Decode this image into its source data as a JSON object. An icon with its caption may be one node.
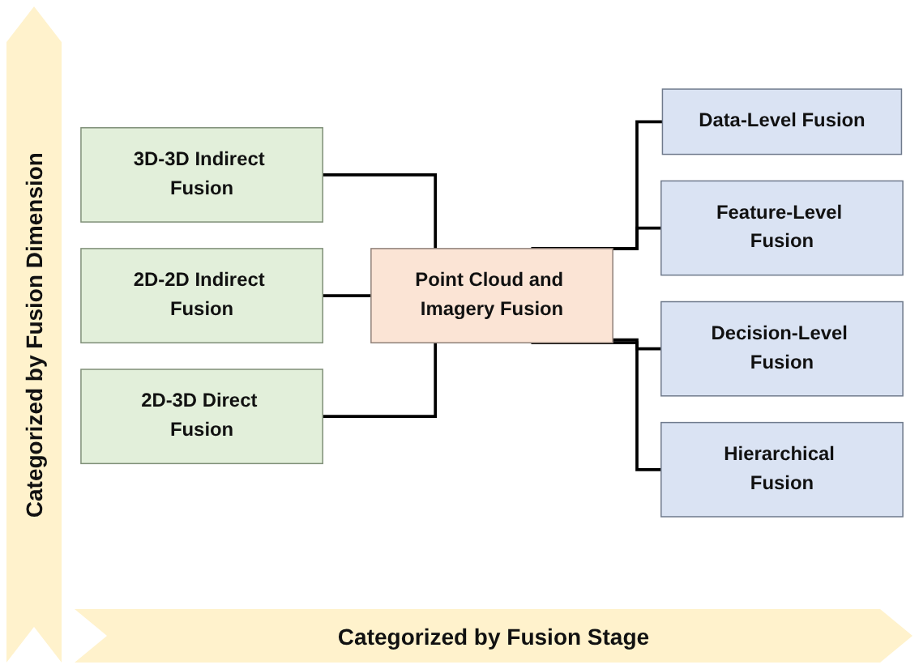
{
  "diagram": {
    "nodes": [
      {
        "text": [
          "3D-3D Indirect Fusion"
        ]
      },
      {
        "text": [
          "2D-2D Indirect Fusion"
        ]
      },
      {
        "text": [
          "2D-3D Direct Fusion"
        ]
      },
      {
        "text": [
          "Point Cloud and Imagery Fusion"
        ]
      },
      {
        "text": [
          "Data-Level Fusion"
        ]
      },
      {
        "text": [
          "Feature-Level Fusion"
        ]
      },
      {
        "text": [
          "Decision-Level Fusion"
        ]
      },
      {
        "text": [
          "Hierarchical Fusion"
        ]
      }
    ],
    "edges": [
      {
        "from": 0,
        "to": 3,
        "arrow": "none"
      },
      {
        "from": 1,
        "to": 3,
        "arrow": "none"
      },
      {
        "from": 2,
        "to": 3,
        "arrow": "none"
      },
      {
        "from": 3,
        "to": 4,
        "arrow": "none"
      },
      {
        "from": 3,
        "to": 5,
        "arrow": "none"
      },
      {
        "from": 3,
        "to": 6,
        "arrow": "none"
      },
      {
        "from": 3,
        "to": 7,
        "arrow": "none"
      }
    ],
    "labels": [
      "Categorized by Fusion Dimension",
      "Categorized by Fusion Stage"
    ]
  }
}
